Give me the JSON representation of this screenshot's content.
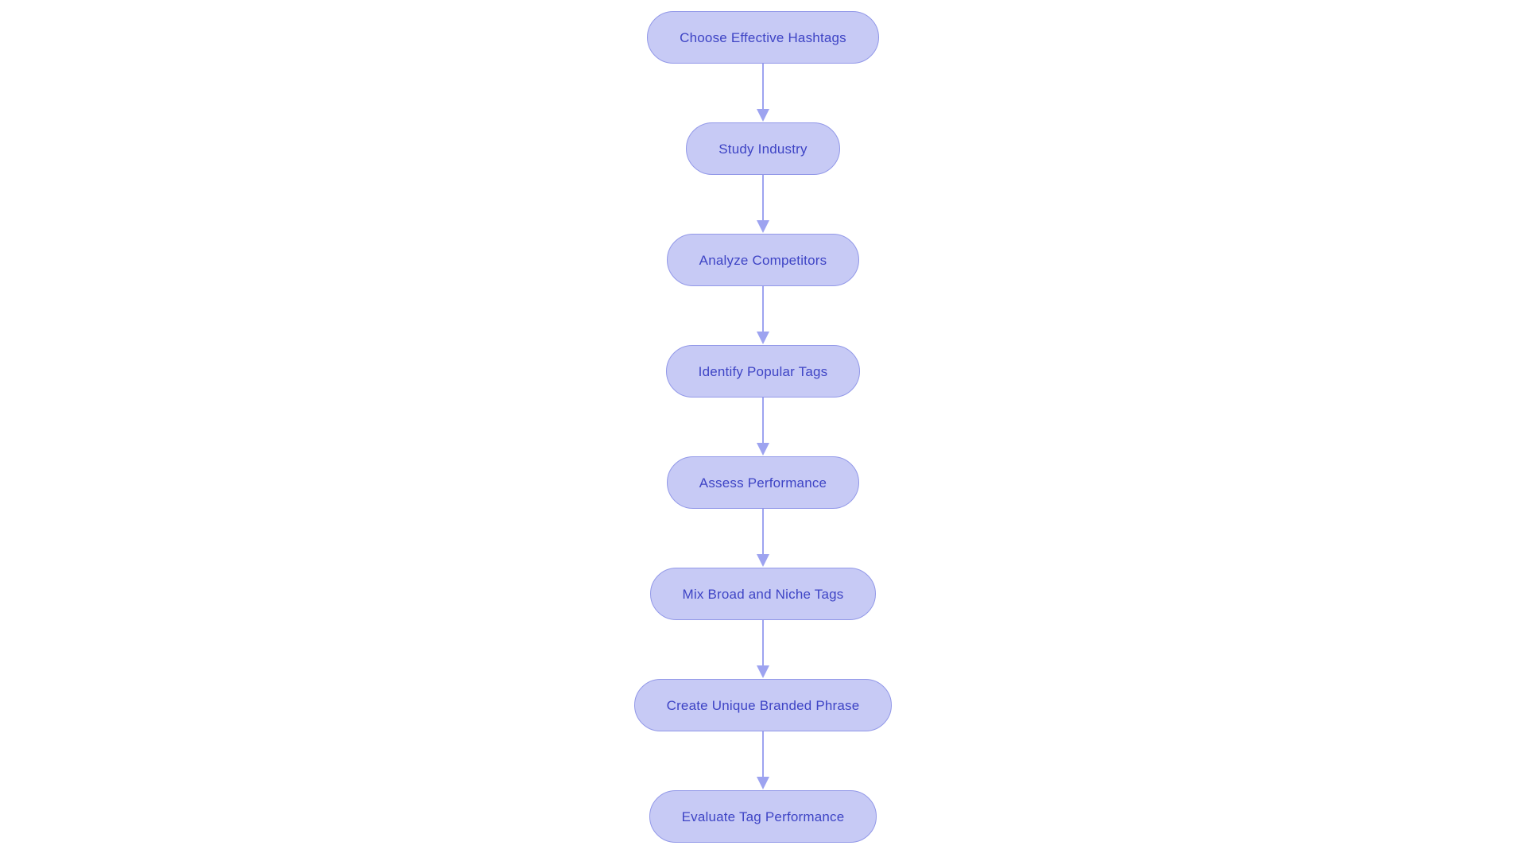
{
  "diagram": {
    "type": "flowchart",
    "direction": "top-down",
    "title": "",
    "nodes": [
      {
        "id": "n1",
        "label": "Choose Effective Hashtags"
      },
      {
        "id": "n2",
        "label": "Study Industry"
      },
      {
        "id": "n3",
        "label": "Analyze Competitors"
      },
      {
        "id": "n4",
        "label": "Identify Popular Tags"
      },
      {
        "id": "n5",
        "label": "Assess Performance"
      },
      {
        "id": "n6",
        "label": "Mix Broad and Niche Tags"
      },
      {
        "id": "n7",
        "label": "Create Unique Branded Phrase"
      },
      {
        "id": "n8",
        "label": "Evaluate Tag Performance"
      }
    ],
    "edges": [
      {
        "from": "n1",
        "to": "n2"
      },
      {
        "from": "n2",
        "to": "n3"
      },
      {
        "from": "n3",
        "to": "n4"
      },
      {
        "from": "n4",
        "to": "n5"
      },
      {
        "from": "n5",
        "to": "n6"
      },
      {
        "from": "n6",
        "to": "n7"
      },
      {
        "from": "n7",
        "to": "n8"
      }
    ],
    "colors": {
      "background": "#ffffff",
      "node_fill": "#c7caf5",
      "node_border": "#9298e8",
      "node_text": "#3e44c5",
      "arrow": "#9da3f0"
    }
  }
}
